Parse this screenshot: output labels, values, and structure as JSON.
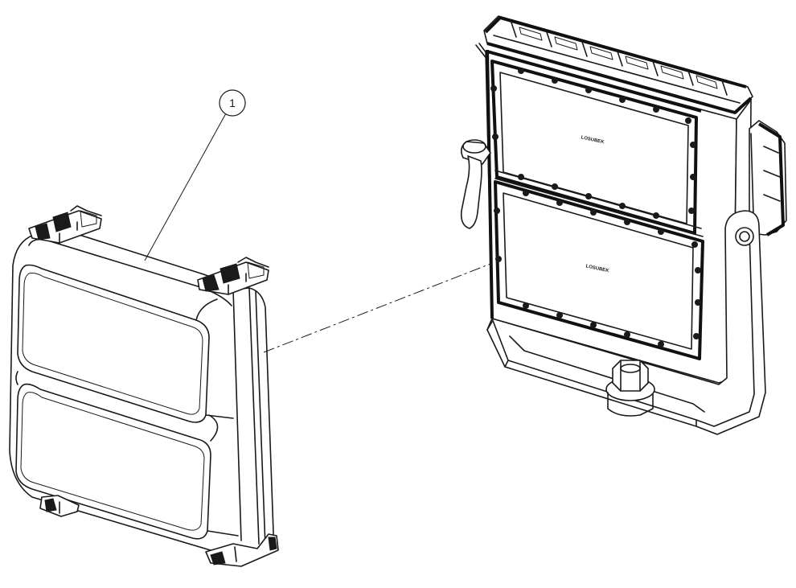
{
  "callouts": [
    {
      "label": "1"
    }
  ],
  "brand_marks": [
    {
      "text": "LOSUBEK"
    },
    {
      "text": "LOSUBEK"
    }
  ]
}
